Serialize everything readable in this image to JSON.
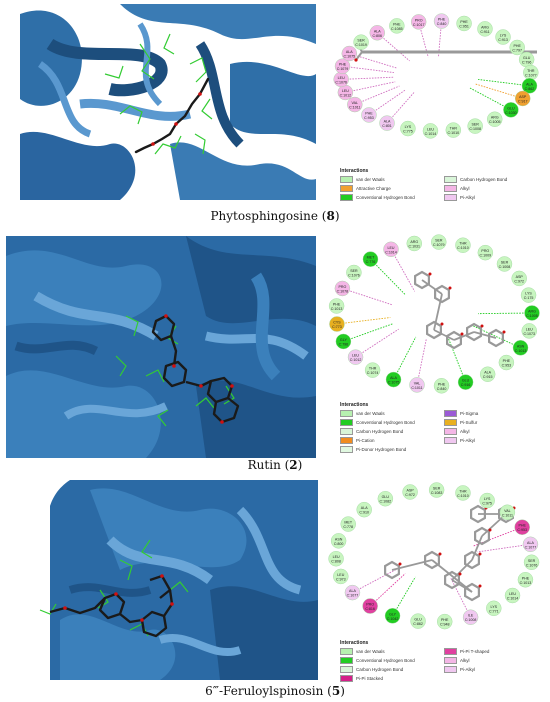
{
  "panels": [
    {
      "caption_name": "Phytosphingosine",
      "caption_num": "8",
      "legend_title": "Interactions",
      "legend": [
        {
          "label": "van der Waals",
          "color": "#b7f0b0"
        },
        {
          "label": "Carbon Hydrogen Bond",
          "color": "#d8f5d8"
        },
        {
          "label": "Attractive Charge",
          "color": "#f0a030"
        },
        {
          "label": "Alkyl",
          "color": "#f4b6e6"
        },
        {
          "label": "Conventional Hydrogen Bond",
          "color": "#22cc22"
        },
        {
          "label": "Pi-Alkyl",
          "color": "#f0c8f0"
        }
      ],
      "residues": [
        {
          "t": "PHE",
          "n": "C:951",
          "c": "vdw"
        },
        {
          "t": "ARG",
          "n": "C:911",
          "c": "vdw"
        },
        {
          "t": "LYS",
          "n": "C:913",
          "c": "vdw"
        },
        {
          "t": "PHE",
          "n": "C:797",
          "c": "vdw"
        },
        {
          "t": "GLU",
          "n": "C:796",
          "c": "vdw"
        },
        {
          "t": "THR",
          "n": "C:1077",
          "c": "vdw"
        },
        {
          "t": "ALA",
          "n": "C:862",
          "c": "hb"
        },
        {
          "t": "ASP",
          "n": "C:917",
          "c": "charge"
        },
        {
          "t": "GLU",
          "n": "C:1030",
          "c": "hb"
        },
        {
          "t": "ARG",
          "n": "C:1005",
          "c": "vdw"
        },
        {
          "t": "SER",
          "n": "C:1008",
          "c": "vdw"
        },
        {
          "t": "THR",
          "n": "C:1010",
          "c": "vdw"
        },
        {
          "t": "LEU",
          "n": "C:1014",
          "c": "vdw"
        },
        {
          "t": "LYS",
          "n": "C:775",
          "c": "vdw"
        },
        {
          "t": "ALA",
          "n": "C:801",
          "c": "pialkyl"
        },
        {
          "t": "PHE",
          "n": "C:953",
          "c": "pialkyl"
        },
        {
          "t": "VAL",
          "n": "C:1011",
          "c": "alkyl"
        },
        {
          "t": "LEU",
          "n": "C:1012",
          "c": "alkyl"
        },
        {
          "t": "LEU",
          "n": "C:1076",
          "c": "alkyl"
        },
        {
          "t": "PHE",
          "n": "C:1079",
          "c": "alkyl"
        },
        {
          "t": "ALA",
          "n": "C:1075",
          "c": "alkyl"
        },
        {
          "t": "SER",
          "n": "C:1019",
          "c": "vdw"
        },
        {
          "t": "ALA",
          "n": "C:806",
          "c": "alkyl"
        },
        {
          "t": "PHE",
          "n": "C:1085",
          "c": "vdw"
        },
        {
          "t": "PRO",
          "n": "C:1017",
          "c": "alkyl"
        },
        {
          "t": "PHE",
          "n": "C:840",
          "c": "pialkyl"
        }
      ]
    },
    {
      "caption_name": "Rutin",
      "caption_num": "2",
      "legend_title": "Interactions",
      "legend": [
        {
          "label": "van der Waals",
          "color": "#b7f0b0"
        },
        {
          "label": "Pi-Sigma",
          "color": "#9b5bd6"
        },
        {
          "label": "Conventional Hydrogen Bond",
          "color": "#22cc22"
        },
        {
          "label": "Pi-Sulfur",
          "color": "#e8b020"
        },
        {
          "label": "Carbon Hydrogen Bond",
          "color": "#d8f5d8"
        },
        {
          "label": "Alkyl",
          "color": "#f4b6e6"
        },
        {
          "label": "Pi-Cation",
          "color": "#f08c20"
        },
        {
          "label": "Pi-Alkyl",
          "color": "#f0c8f0"
        },
        {
          "label": "Pi-Donor Hydrogen Bond",
          "color": "#e0f8e0"
        },
        {
          "label": "",
          "color": ""
        }
      ],
      "residues": [
        {
          "t": "THR",
          "n": "C:1010",
          "c": "vdw"
        },
        {
          "t": "PRO",
          "n": "C:1009",
          "c": "vdw"
        },
        {
          "t": "SER",
          "n": "C:1008",
          "c": "vdw"
        },
        {
          "t": "ASP",
          "n": "C:972",
          "c": "vdw"
        },
        {
          "t": "LYS",
          "n": "C:175",
          "c": "vdw"
        },
        {
          "t": "ARG",
          "n": "C:1005",
          "c": "hb"
        },
        {
          "t": "LEU",
          "n": "C:1073",
          "c": "vdw"
        },
        {
          "t": "ASN",
          "n": "C:1013",
          "c": "hb"
        },
        {
          "t": "PHE",
          "n": "C:953",
          "c": "vdw"
        },
        {
          "t": "ALA",
          "n": "C:915",
          "c": "vdw"
        },
        {
          "t": "GLU",
          "n": "C:916",
          "c": "hb"
        },
        {
          "t": "PHE",
          "n": "C:840",
          "c": "vdw"
        },
        {
          "t": "VAL",
          "n": "C:1011",
          "c": "pialkyl"
        },
        {
          "t": "ALA",
          "n": "C:1075",
          "c": "hb"
        },
        {
          "t": "THR",
          "n": "C:1074",
          "c": "vdw"
        },
        {
          "t": "LEU",
          "n": "C:1012",
          "c": "pialkyl"
        },
        {
          "t": "GLY",
          "n": "C:796",
          "c": "hb"
        },
        {
          "t": "CYS",
          "n": "C:773",
          "c": "pisulfur"
        },
        {
          "t": "PHE",
          "n": "C:1013",
          "c": "vdw"
        },
        {
          "t": "PRO",
          "n": "C:1078",
          "c": "alkyl"
        },
        {
          "t": "SER",
          "n": "C:1076",
          "c": "vdw"
        },
        {
          "t": "MET",
          "n": "C:776",
          "c": "hb"
        },
        {
          "t": "LEU",
          "n": "C:1014",
          "c": "alkyl"
        },
        {
          "t": "ARG",
          "n": "C:1031",
          "c": "vdw"
        },
        {
          "t": "SER",
          "n": "C:1079",
          "c": "vdw"
        }
      ]
    },
    {
      "caption_name": "6‴-Feruloylspinosin",
      "caption_num": "5",
      "legend_title": "Interactions",
      "legend": [
        {
          "label": "van der Waals",
          "color": "#b7f0b0"
        },
        {
          "label": "Pi-Pi T-shaped",
          "color": "#e040a0"
        },
        {
          "label": "Conventional Hydrogen Bond",
          "color": "#22cc22"
        },
        {
          "label": "Alkyl",
          "color": "#f4b6e6"
        },
        {
          "label": "Carbon Hydrogen Bond",
          "color": "#d8f5d8"
        },
        {
          "label": "Pi-Alkyl",
          "color": "#f0c8f0"
        },
        {
          "label": "Pi-Pi Stacked",
          "color": "#d42088"
        },
        {
          "label": "",
          "color": ""
        }
      ],
      "residues": [
        {
          "t": "THR",
          "n": "C:1010",
          "c": "vdw"
        },
        {
          "t": "LYS",
          "n": "C:975",
          "c": "vdw"
        },
        {
          "t": "VAL",
          "n": "C:1011",
          "c": "vdw"
        },
        {
          "t": "PHE",
          "n": "C:953",
          "c": "pipi"
        },
        {
          "t": "ALA",
          "n": "C:1077",
          "c": "pialkyl"
        },
        {
          "t": "SER",
          "n": "C:1076",
          "c": "vdw"
        },
        {
          "t": "PHE",
          "n": "C:1013",
          "c": "vdw"
        },
        {
          "t": "LEU",
          "n": "C:1014",
          "c": "vdw"
        },
        {
          "t": "LYS",
          "n": "C:771",
          "c": "vdw"
        },
        {
          "t": "ILE",
          "n": "C:1008",
          "c": "pialkyl"
        },
        {
          "t": "PHE",
          "n": "C:948",
          "c": "vdw"
        },
        {
          "t": "GLU",
          "n": "C:862",
          "c": "vdw"
        },
        {
          "t": "GLY",
          "n": "C:1042",
          "c": "hb"
        },
        {
          "t": "PRO",
          "n": "C:816",
          "c": "pipi"
        },
        {
          "t": "ALA",
          "n": "C:1077",
          "c": "pialkyl"
        },
        {
          "t": "LEU",
          "n": "C:973",
          "c": "vdw"
        },
        {
          "t": "LEU",
          "n": "C:808",
          "c": "vdw"
        },
        {
          "t": "ASN",
          "n": "C:800",
          "c": "vdw"
        },
        {
          "t": "MET",
          "n": "C:778",
          "c": "vdw"
        },
        {
          "t": "ALA",
          "n": "C:910",
          "c": "vdw"
        },
        {
          "t": "GLU",
          "n": "C:1082",
          "c": "vdw"
        },
        {
          "t": "ASP",
          "n": "C:972",
          "c": "vdw"
        },
        {
          "t": "SER",
          "n": "C:1083",
          "c": "vdw"
        }
      ]
    }
  ],
  "colors": {
    "protein": "#2f6fa8",
    "protein_dark": "#1d4e7d",
    "protein_light": "#5a98cf",
    "ligand": "#1a1a1a",
    "oxygen": "#d01010",
    "residue_green": "#33cc33",
    "vdw": "#c8f5c0",
    "hb": "#22cc22",
    "charge": "#f0a030",
    "alkyl": "#f4b6e6",
    "pialkyl": "#f0c8f0",
    "pisulfur": "#e8b020",
    "pipi": "#e040a0"
  }
}
